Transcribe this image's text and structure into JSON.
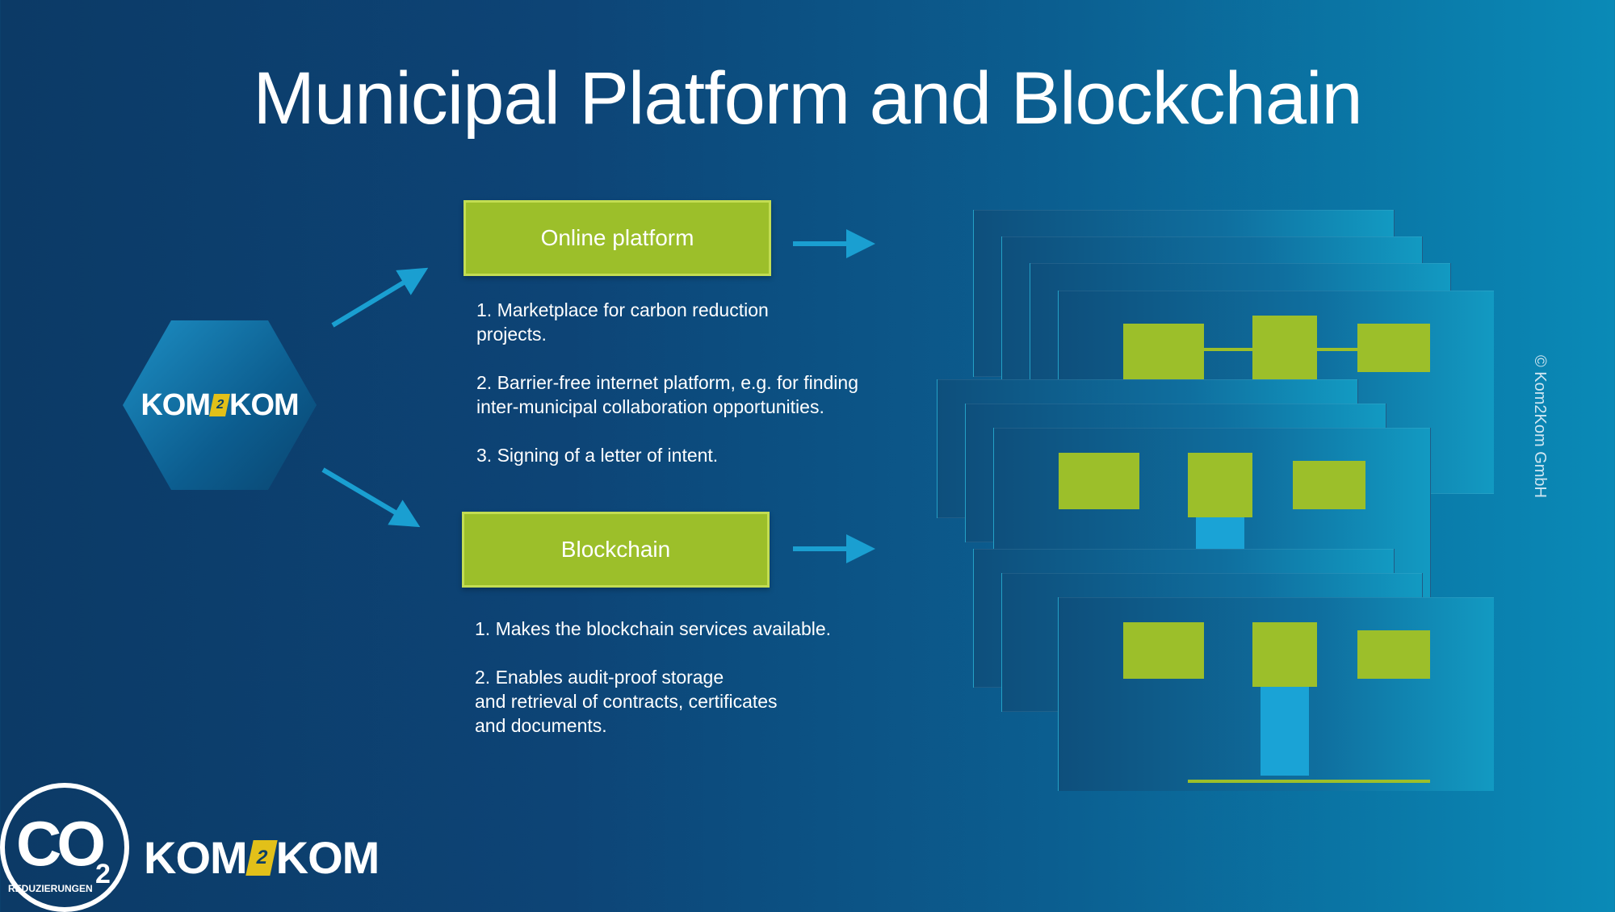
{
  "title": "Municipal Platform and Blockchain",
  "copyright": "© Kom2Kom GmbH",
  "center_logo": {
    "left": "KOM",
    "mid": "2",
    "right": "KOM"
  },
  "online_platform": {
    "label": "Online platform",
    "items": [
      "1. Marketplace for carbon reduction\n    projects.",
      "2. Barrier-free internet platform, e.g. for finding\ninter-municipal collaboration opportunities.",
      "3. Signing of a letter of intent."
    ]
  },
  "blockchain": {
    "label": "Blockchain",
    "items": [
      "1. Makes the blockchain services available.",
      "2. Enables audit-proof storage\n    and retrieval of contracts, certificates\nand documents."
    ]
  },
  "co2_logo": {
    "main": "CO",
    "sub": "2",
    "caption": "REDUZIERUNGEN"
  },
  "footer_logo": {
    "left": "KOM",
    "mid": "2",
    "right": "KOM"
  },
  "colors": {
    "accent_green": "#9cbf2a",
    "arrow_blue": "#1a9fd1",
    "background": "#0d4476"
  }
}
